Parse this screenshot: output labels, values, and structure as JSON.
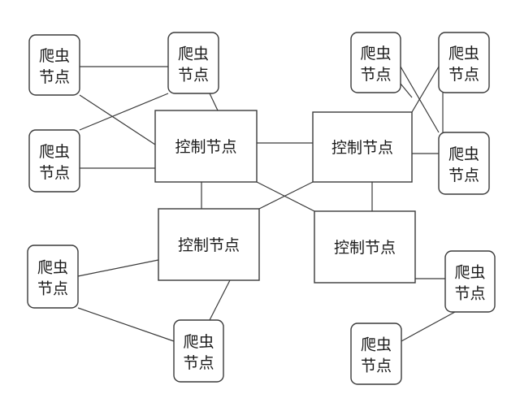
{
  "controller_label": "控制节点",
  "crawler_line1": "爬虫",
  "crawler_line2": "节点",
  "controllers": [
    {
      "id": "c1",
      "label": "控制节点"
    },
    {
      "id": "c2",
      "label": "控制节点"
    },
    {
      "id": "c3",
      "label": "控制节点"
    },
    {
      "id": "c4",
      "label": "控制节点"
    }
  ],
  "crawlers": [
    {
      "id": "s1",
      "line1": "爬虫",
      "line2": "节点"
    },
    {
      "id": "s2",
      "line1": "爬虫",
      "line2": "节点"
    },
    {
      "id": "s3",
      "line1": "爬虫",
      "line2": "节点"
    },
    {
      "id": "s4",
      "line1": "爬虫",
      "line2": "节点"
    },
    {
      "id": "s5",
      "line1": "爬虫",
      "line2": "节点"
    },
    {
      "id": "s6",
      "line1": "爬虫",
      "line2": "节点"
    },
    {
      "id": "s7",
      "line1": "爬虫",
      "line2": "节点"
    },
    {
      "id": "s8",
      "line1": "爬虫",
      "line2": "节点"
    },
    {
      "id": "s9",
      "line1": "爬虫",
      "line2": "节点"
    },
    {
      "id": "s10",
      "line1": "爬虫",
      "line2": "节点"
    }
  ],
  "edges": [
    [
      "s1",
      "s2"
    ],
    [
      "s1",
      "c1"
    ],
    [
      "s3",
      "s2"
    ],
    [
      "s3",
      "c1"
    ],
    [
      "s2",
      "c1"
    ],
    [
      "c1",
      "c2"
    ],
    [
      "c1",
      "c3"
    ],
    [
      "c1",
      "c4"
    ],
    [
      "c2",
      "c3"
    ],
    [
      "c2",
      "c4"
    ],
    [
      "s4",
      "s6"
    ],
    [
      "s4",
      "c2"
    ],
    [
      "s5",
      "c2"
    ],
    [
      "s5",
      "s6"
    ],
    [
      "c2",
      "s6"
    ],
    [
      "s7",
      "c3"
    ],
    [
      "s7",
      "s8"
    ],
    [
      "s8",
      "c3"
    ],
    [
      "s9",
      "c4"
    ],
    [
      "s9",
      "s10"
    ]
  ]
}
